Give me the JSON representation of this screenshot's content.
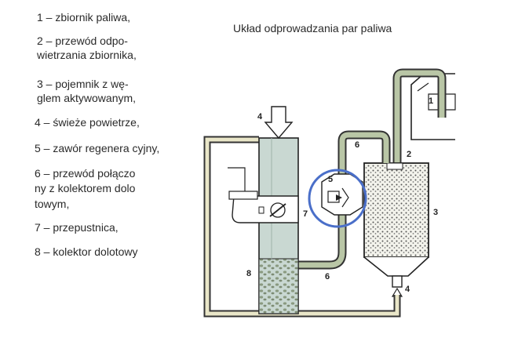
{
  "title": "Układ odprowadzania par paliwa",
  "legend": [
    {
      "lines": [
        "1 – zbiornik paliwa,"
      ]
    },
    {
      "lines": [
        "2 – przewód odpo-",
        "wietrzania zbiornika,"
      ]
    },
    {
      "lines": [
        "3 – pojemnik z wę-",
        "glem aktywowanym,"
      ]
    },
    {
      "lines": [
        "4 – świeże powietrze,"
      ]
    },
    {
      "lines": [
        "5 – zawór regenera cyjny,"
      ]
    },
    {
      "lines": [
        "6 – przewód połączo",
        "ny z kolektorem dolo",
        "towym,"
      ]
    },
    {
      "lines": [
        "7 – przepustnica,"
      ]
    },
    {
      "lines": [
        "8 – kolektor dolotowy"
      ]
    }
  ],
  "labels": {
    "n1": "1",
    "n2": "2",
    "n3": "3",
    "n4_top": "4",
    "n4_bottom": "4",
    "n5": "5",
    "n6_top": "6",
    "n6_bottom": "6",
    "n7": "7",
    "n8": "8"
  },
  "colors": {
    "pipe_fill": "#b9c6a6",
    "pipe_outline": "#333333",
    "manifold_fill": "#c9d8d2",
    "highlight_circle": "#4a6fc9"
  }
}
